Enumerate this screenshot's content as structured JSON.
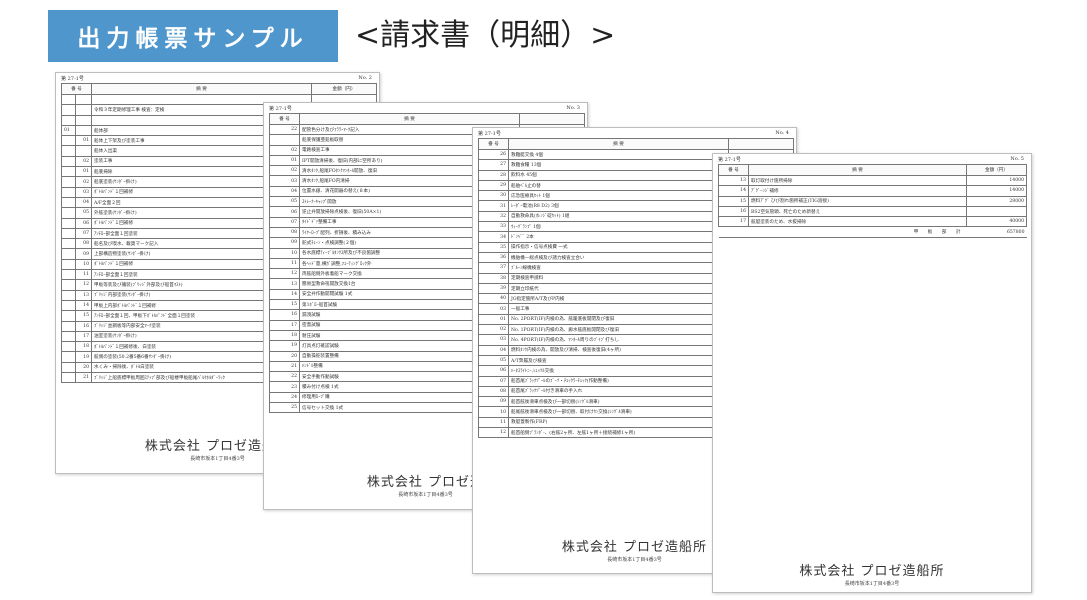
{
  "header": {
    "badge": "出力帳票サンプル",
    "title": "<請求書（明細）>"
  },
  "sheets": [
    {
      "form_no": "第 27-1号",
      "page_no": "No. 2",
      "col_no": "番 号",
      "col_desc": "摘 要",
      "col_amt": "金額（円）",
      "company": "株式会社 プロゼ造船所",
      "address": "長崎市坂本1丁目4番3号",
      "rows": [
        {
          "n": "",
          "d": "",
          "a": ""
        },
        {
          "n": "",
          "d": "令和３年定期修理工事 検査：定検",
          "a": ""
        },
        {
          "n": "",
          "d": "",
          "a": ""
        },
        {
          "n": "01",
          "d": "船体部",
          "a": ""
        },
        {
          "n": "01",
          "d": "船体上下架及び塗装工事",
          "a": ""
        },
        {
          "n": "",
          "d": "船体入出渠",
          "a": ""
        },
        {
          "n": "02",
          "d": "塗装工事",
          "a": ""
        },
        {
          "n": "01",
          "d": "船底掃除",
          "a": ""
        },
        {
          "n": "02",
          "d": "船底塗装(ｻﾝﾀﾞｰ掛け)",
          "a": ""
        },
        {
          "n": "03",
          "d": "ﾎﾞﾄﾙﾊﾟﾝﾄﾞ１回補修",
          "a": ""
        },
        {
          "n": "04",
          "d": "A/F全面２回",
          "a": ""
        },
        {
          "n": "05",
          "d": "外舷塗装(ｻﾝﾀﾞｰ掛け)",
          "a": ""
        },
        {
          "n": "06",
          "d": "ﾎﾞﾄﾙﾊﾟﾝﾄﾞ１回補修",
          "a": ""
        },
        {
          "n": "07",
          "d": "ｱﾝﾁﾛｰ部全面１回塗装",
          "a": ""
        },
        {
          "n": "08",
          "d": "船名及び喫水、載貨マーク記入",
          "a": ""
        },
        {
          "n": "09",
          "d": "上部構造物塗装(ｻﾝﾀﾞｰ掛け)",
          "a": ""
        },
        {
          "n": "10",
          "d": "ﾎﾞﾄﾙﾊﾟﾝﾄﾞ１回補修",
          "a": ""
        },
        {
          "n": "11",
          "d": "ｱﾝﾁﾛｰ部全面１回塗装",
          "a": ""
        },
        {
          "n": "12",
          "d": "甲板等装及び艤装(ﾌﾞﾘｯｼﾞ外部及び船首ﾏｽﾄ)",
          "a": ""
        },
        {
          "n": "13",
          "d": "ﾌﾞﾘｯｼﾞ内部塗装(ｻﾝﾀﾞｰ掛け)",
          "a": ""
        },
        {
          "n": "14",
          "d": "甲板上内部ﾎﾞﾄﾙﾊﾟﾝﾄﾞ１回補修",
          "a": ""
        },
        {
          "n": "15",
          "d": "ｱﾝﾁﾛｰ部全面１回、甲板下ﾎﾞﾄﾙﾊﾟﾝﾄﾞ全面１回塗装",
          "a": ""
        },
        {
          "n": "16",
          "d": "ﾌﾞﾘｯｼﾞ並鋼板等内部安全ﾏｰｸ塗装",
          "a": ""
        },
        {
          "n": "17",
          "d": "油室塗装(ｻﾝﾀﾞｰ掛け)",
          "a": ""
        },
        {
          "n": "18",
          "d": "ﾎﾞﾄﾙﾊﾟﾝﾄﾞ１回補修後、白塗装",
          "a": ""
        },
        {
          "n": "19",
          "d": "舷側の塗装(50.2番5番6番ｻﾝﾀﾞｰ掛け)",
          "a": ""
        },
        {
          "n": "20",
          "d": "水くみ・掃除後、ﾎﾞﾄﾙ白塗装",
          "a": ""
        },
        {
          "n": "21",
          "d": "ﾌﾞﾘｯｼﾞ上船底標甲板周囲ｽﾃｯﾌﾟ部及び船楼甲板船尾ﾊﾞﾙｸﾎﾙﾀﾞｰﾗｯｸ",
          "a": ""
        }
      ]
    },
    {
      "form_no": "第 27-1号",
      "page_no": "No. 3",
      "col_no": "番 号",
      "col_desc": "摘 要",
      "col_amt": "",
      "company": "株式会社 プロゼ造",
      "address": "長崎市坂本1丁目4番3号",
      "rows": [
        {
          "n": "22",
          "d": "配管色分け及びﾌﾗﾜｰﾏｰｸ記入",
          "a": ""
        },
        {
          "n": "",
          "d": "船底保護亜鉛板取替",
          "a": ""
        },
        {
          "n": "02",
          "d": "電路検査工事",
          "a": ""
        },
        {
          "n": "01",
          "d": "IPT開放清掃後、復旧(内部に空所あり)",
          "a": ""
        },
        {
          "n": "02",
          "d": "清水ﾀﾝｸ,船尾FOﾀﾝｸﾏﾝﾎｰﾙ開放、復旧",
          "a": ""
        },
        {
          "n": "03",
          "d": "清水ﾀﾝｸ,船尾FO内清掃",
          "a": ""
        },
        {
          "n": "04",
          "d": "位置水銀、清花開器の替え(８本)",
          "a": ""
        },
        {
          "n": "05",
          "d": "ｽﾄﾚｰﾅｰｷｬｯﾌﾟ開放",
          "a": ""
        },
        {
          "n": "06",
          "d": "逆止弁開放掃除点検後、復旧(50A×1)",
          "a": ""
        },
        {
          "n": "07",
          "d": "ﾀｲﾄﾞﾄﾞｧ整備工事",
          "a": ""
        },
        {
          "n": "08",
          "d": "ﾜｲﾔｰﾛｰﾌﾟ配列、折損後、積み込み",
          "a": ""
        },
        {
          "n": "09",
          "d": "舵式ﾁｪｰﾝ・点検調整(２個)",
          "a": ""
        },
        {
          "n": "10",
          "d": "各水底標ﾃｨｰﾌﾞﾙﾀﾝｸｽ所及び不良箇調整",
          "a": ""
        },
        {
          "n": "11",
          "d": "各ﾍｯﾄﾞ量,横ｶﾞ調整,ﾌｪｰﾃｨﾝｸﾞﾛｯｸ外",
          "a": ""
        },
        {
          "n": "12",
          "d": "両舷船側外板着船マーク交換",
          "a": ""
        },
        {
          "n": "13",
          "d": "簡易型救命筏開放交換1台",
          "a": ""
        },
        {
          "n": "14",
          "d": "安全弁作動開閉試験 1式",
          "a": ""
        },
        {
          "n": "15",
          "d": "第1ﾎﾞﾛｰ船首試験",
          "a": ""
        },
        {
          "n": "16",
          "d": "漏洩試験",
          "a": ""
        },
        {
          "n": "17",
          "d": "密蓋試験",
          "a": ""
        },
        {
          "n": "18",
          "d": "耐圧試験",
          "a": ""
        },
        {
          "n": "19",
          "d": "灯具点灯確認試験",
          "a": ""
        },
        {
          "n": "20",
          "d": "自動操舵装置整備",
          "a": ""
        },
        {
          "n": "21",
          "d": "ﾊﾝﾄﾞﾙ整備",
          "a": ""
        },
        {
          "n": "22",
          "d": "安全手動作動試験",
          "a": ""
        },
        {
          "n": "23",
          "d": "積み付け点検 1式",
          "a": ""
        },
        {
          "n": "24",
          "d": "修理用ﾛｰﾌﾟ購",
          "a": ""
        },
        {
          "n": "25",
          "d": "信号セット交換 1式",
          "a": ""
        }
      ]
    },
    {
      "form_no": "第 27-1号",
      "page_no": "No. 4",
      "col_no": "番 号",
      "col_desc": "摘 要",
      "col_amt": "",
      "company": "株式会社 プロゼ造船所",
      "address": "長崎市坂本1丁目4番3号",
      "rows": [
        {
          "n": "26",
          "d": "救難艇交換 4個",
          "a": ""
        },
        {
          "n": "27",
          "d": "救難食糧 13個",
          "a": ""
        },
        {
          "n": "28",
          "d": "飲料水 45個",
          "a": ""
        },
        {
          "n": "29",
          "d": "船舶ﾍﾞﾙ止の替",
          "a": ""
        },
        {
          "n": "30",
          "d": "応急医療具ｾｯﾄ 1個",
          "a": ""
        },
        {
          "n": "31",
          "d": "ﾚｰﾀﾞｰ電池(R8 D2) 3個",
          "a": ""
        },
        {
          "n": "32",
          "d": "自動救命具(ｵﾚﾝｼﾞ碇ｾｯﾄ) 1組",
          "a": ""
        },
        {
          "n": "33",
          "d": "ｳｨｰｸﾞﾗﾝﾌﾟ 1個",
          "a": ""
        },
        {
          "n": "34",
          "d": "ﾄﾞﾝﾍﾞﾞ 2本",
          "a": ""
        },
        {
          "n": "35",
          "d": "操作指示・信号点検費 一式",
          "a": ""
        },
        {
          "n": "36",
          "d": "機舶機ー総点検及び諸力検査立合い",
          "a": ""
        },
        {
          "n": "37",
          "d": "ﾌﾞﾙｰﾝ線機検査",
          "a": ""
        },
        {
          "n": "38",
          "d": "定期検査申請料",
          "a": ""
        },
        {
          "n": "39",
          "d": "定期立印紙代",
          "a": ""
        },
        {
          "n": "40",
          "d": "JG指定箇所A/T及びP内検",
          "a": ""
        },
        {
          "n": "03",
          "d": "一般工事",
          "a": ""
        },
        {
          "n": "01",
          "d": "No. 2PORT(IF)内検の為、舷暖底板開閉及び復旧",
          "a": ""
        },
        {
          "n": "02",
          "d": "No. 1PORT(IF)内検の為、廊水舷底板開閉及び復旧",
          "a": ""
        },
        {
          "n": "03",
          "d": "No. 4PORT(IF)内検の為、ﾏﾝﾎｰﾙ周りのﾌﾞｲﾌﾞ打ちし",
          "a": ""
        },
        {
          "n": "04",
          "d": "燃料ﾀﾝｸ内検の為、開放及び清掃、検査後復旧(4ヶ所)",
          "a": ""
        },
        {
          "n": "05",
          "d": "A/T弊履及び検査",
          "a": ""
        },
        {
          "n": "06",
          "d": "ﾊｰﾈｽﾗｲﾄﾆｰ,ｼｭｯﾂﾙ交換",
          "a": ""
        },
        {
          "n": "07",
          "d": "船首尾ﾌﾞﾗｯｸﾂﾞｰﾙのﾌﾞｰﾂ・ﾁｪｯｸﾜｰﾁｪｯｸ(作動整備)",
          "a": ""
        },
        {
          "n": "08",
          "d": "船首尾ﾌﾞﾗｯｸﾂﾞｰﾙ付き滑車の手入れ",
          "a": ""
        },
        {
          "n": "09",
          "d": "船首舷後滑車点検及び一部切替(ｼﾝｸﾞﾙ滑車)",
          "a": ""
        },
        {
          "n": "10",
          "d": "船尾舷後滑車点検及び一部切替、取付けｾﾝ交換(ｼﾝｸﾞﾙ滑車)",
          "a": ""
        },
        {
          "n": "11",
          "d": "救艇蓋製作(FRP)",
          "a": ""
        },
        {
          "n": "12",
          "d": "船首船側ﾌﾞﾗﾝﾀﾞ-、(右舷2ヶ所、左舷1ヶ所＋接続補修1ヶ所)",
          "a": ""
        }
      ]
    },
    {
      "form_no": "第 27-1号",
      "page_no": "No. 5",
      "col_no": "番 号",
      "col_desc": "摘 要",
      "col_amt": "金額（円）",
      "company": "株式会社 プロゼ造船所",
      "address": "長崎市坂本1丁目4番3号",
      "total_label": "甲 板 部 計",
      "total_amount": "657800",
      "rows": [
        {
          "n": "13",
          "d": "取灯取付け箇所掃除",
          "a": "14000"
        },
        {
          "n": "14",
          "d": "ｱﾞｸﾞｰﾝｼﾞ補修",
          "a": "14000"
        },
        {
          "n": "15",
          "d": "燃料ｱﾞｸﾞ ひび割れ箇所補正(TIG溶接)",
          "a": "28000"
        },
        {
          "n": "16",
          "d": "BS2空気管頭、死亡のため新替え",
          "a": ""
        },
        {
          "n": "17",
          "d": "舷艇塗装のため、水抜掃除",
          "a": "40000"
        }
      ]
    }
  ]
}
